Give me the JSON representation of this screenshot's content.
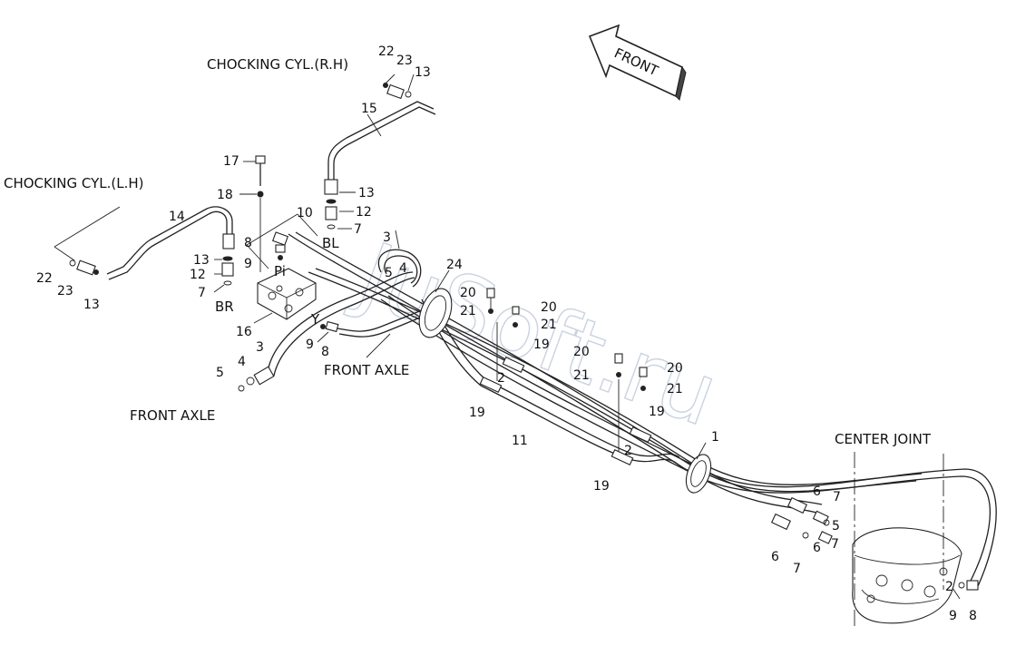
{
  "labels": {
    "chocking_rh": "CHOCKING CYL.(R.H)",
    "chocking_lh": "CHOCKING CYL.(L.H)",
    "front": "FRONT",
    "front_axle_1": "FRONT AXLE",
    "front_axle_2": "FRONT AXLE",
    "center_joint": "CENTER JOINT",
    "bl": "BL",
    "br": "BR",
    "pi": "Pi",
    "y": "Y"
  },
  "watermark": "JuSoft.ru",
  "callouts": [
    {
      "id": "c22a",
      "text": "22"
    },
    {
      "id": "c23a",
      "text": "23"
    },
    {
      "id": "c13a",
      "text": "13"
    },
    {
      "id": "c15",
      "text": "15"
    },
    {
      "id": "c17",
      "text": "17"
    },
    {
      "id": "c18",
      "text": "18"
    },
    {
      "id": "c13b",
      "text": "13"
    },
    {
      "id": "c12a",
      "text": "12"
    },
    {
      "id": "c7a",
      "text": "7"
    },
    {
      "id": "c14",
      "text": "14"
    },
    {
      "id": "c10",
      "text": "10"
    },
    {
      "id": "c8a",
      "text": "8"
    },
    {
      "id": "c9a",
      "text": "9"
    },
    {
      "id": "c13c",
      "text": "13"
    },
    {
      "id": "c12b",
      "text": "12"
    },
    {
      "id": "c7b",
      "text": "7"
    },
    {
      "id": "c22b",
      "text": "22"
    },
    {
      "id": "c23b",
      "text": "23"
    },
    {
      "id": "c13d",
      "text": "13"
    },
    {
      "id": "c3a",
      "text": "3"
    },
    {
      "id": "c5a",
      "text": "5"
    },
    {
      "id": "c4a",
      "text": "4"
    },
    {
      "id": "c24",
      "text": "24"
    },
    {
      "id": "c16",
      "text": "16"
    },
    {
      "id": "c9b",
      "text": "9"
    },
    {
      "id": "c8b",
      "text": "8"
    },
    {
      "id": "c3b",
      "text": "3"
    },
    {
      "id": "c4b",
      "text": "4"
    },
    {
      "id": "c5b",
      "text": "5"
    },
    {
      "id": "c20a",
      "text": "20"
    },
    {
      "id": "c21a",
      "text": "21"
    },
    {
      "id": "c20b",
      "text": "20"
    },
    {
      "id": "c21b",
      "text": "21"
    },
    {
      "id": "c2a",
      "text": "2"
    },
    {
      "id": "c19a",
      "text": "19"
    },
    {
      "id": "c19b",
      "text": "19"
    },
    {
      "id": "c20c",
      "text": "20"
    },
    {
      "id": "c21c",
      "text": "21"
    },
    {
      "id": "c20d",
      "text": "20"
    },
    {
      "id": "c21d",
      "text": "21"
    },
    {
      "id": "c11",
      "text": "11"
    },
    {
      "id": "c19c",
      "text": "19"
    },
    {
      "id": "c2b",
      "text": "2"
    },
    {
      "id": "c19d",
      "text": "19"
    },
    {
      "id": "c1",
      "text": "1"
    },
    {
      "id": "c6a",
      "text": "6"
    },
    {
      "id": "c7c",
      "text": "7"
    },
    {
      "id": "c5c",
      "text": "5"
    },
    {
      "id": "c6b",
      "text": "6"
    },
    {
      "id": "c7d",
      "text": "7"
    },
    {
      "id": "c6c",
      "text": "6"
    },
    {
      "id": "c7e",
      "text": "7"
    },
    {
      "id": "c2c",
      "text": "2"
    },
    {
      "id": "c9c",
      "text": "9"
    },
    {
      "id": "c8c",
      "text": "8"
    }
  ]
}
